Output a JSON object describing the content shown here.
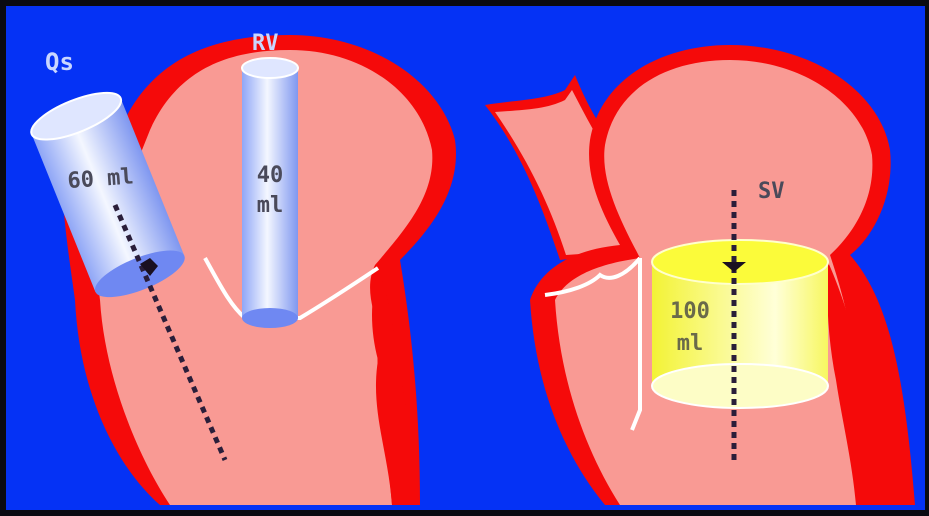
{
  "colors": {
    "background": "#0532f5",
    "heart_wall": "#f50a0a",
    "heart_tissue": "#f99a94",
    "valve_line": "#ffffff",
    "cylinder_blue": "#c9d6ff",
    "cylinder_blue_dark": "#6f88f2",
    "cylinder_yellow": "#fbfb3a",
    "cylinder_yellow_light": "#fdfdc6",
    "dashed_axis": "#2a1e3a",
    "label_text": "#4a4a5a"
  },
  "left_panel": {
    "qs_label": "Qs",
    "rv_label": "RV",
    "qs_cylinder_volume": "60 ml",
    "rv_cylinder_volume_line1": "40",
    "rv_cylinder_volume_line2": "ml"
  },
  "right_panel": {
    "sv_label": "SV",
    "sv_cylinder_volume_line1": "100",
    "sv_cylinder_volume_line2": "ml"
  }
}
